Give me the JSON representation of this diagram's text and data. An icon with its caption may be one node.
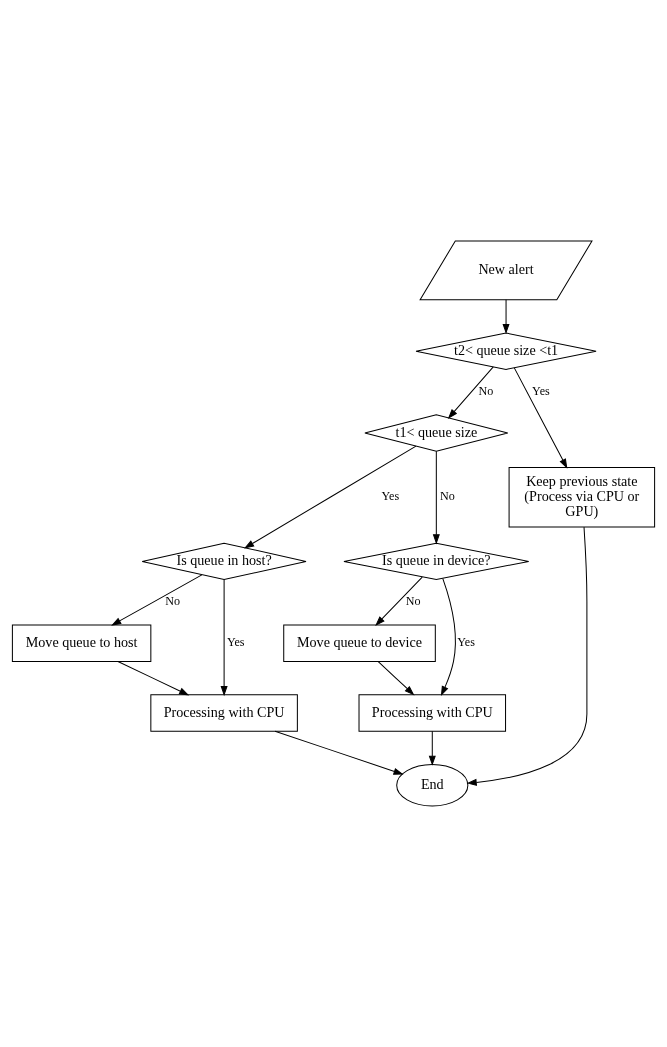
{
  "diagram": {
    "nodes": [
      {
        "text": [
          "New alert"
        ]
      },
      {
        "text": [
          "t2< queue size <t1"
        ]
      },
      {
        "text": [
          "t1< queue size"
        ]
      },
      {
        "text": [
          "Is queue in host?"
        ]
      },
      {
        "text": [
          "Move queue to host"
        ]
      },
      {
        "text": [
          "Processing with CPU"
        ]
      },
      {
        "text": [
          "Is queue in device?"
        ]
      },
      {
        "text": [
          "Keep previous state (Process via CPU or GPU)"
        ]
      },
      {
        "text": [
          "End"
        ]
      },
      {
        "text": [
          "Move queue to device"
        ]
      },
      {
        "text": [
          "Processing with CPU"
        ]
      }
    ],
    "edges": [
      {
        "from": 0,
        "to": 1,
        "arrow": "to"
      },
      {
        "from": 1,
        "to": 7,
        "arrow": "to",
        "label": "Yes"
      },
      {
        "from": 1,
        "to": 2,
        "arrow": "to",
        "label": "No"
      },
      {
        "from": 2,
        "to": 3,
        "arrow": "to",
        "label": "Yes"
      },
      {
        "from": 2,
        "to": 6,
        "arrow": "to",
        "label": "No"
      },
      {
        "from": 3,
        "to": 5,
        "arrow": "to",
        "label": "Yes"
      },
      {
        "from": 3,
        "to": 4,
        "arrow": "to",
        "label": "No"
      },
      {
        "from": 4,
        "to": 5,
        "arrow": "to"
      },
      {
        "from": 5,
        "to": 8,
        "arrow": "to"
      },
      {
        "from": 6,
        "to": 10,
        "arrow": "to",
        "label": "Yes"
      },
      {
        "from": 6,
        "to": 9,
        "arrow": "to",
        "label": "No"
      },
      {
        "from": 9,
        "to": 10,
        "arrow": "to"
      },
      {
        "from": 7,
        "to": 8,
        "arrow": "to"
      },
      {
        "from": 10,
        "to": 8,
        "arrow": "to"
      }
    ]
  }
}
